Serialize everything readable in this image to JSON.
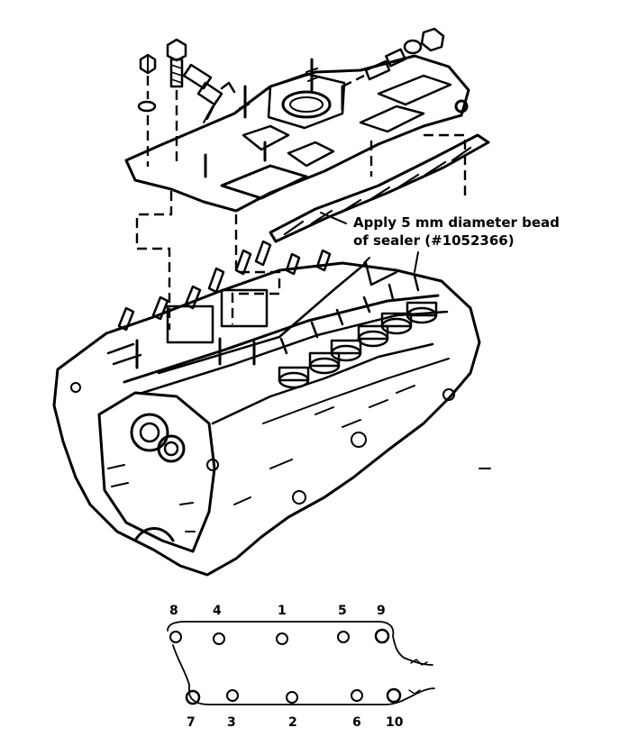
{
  "callout": {
    "line1": "Apply 5 mm diameter bead",
    "line2": "of sealer (#1052366)"
  },
  "bolt_sequence": {
    "top_row": [
      "8",
      "4",
      "1",
      "5",
      "9"
    ],
    "bottom_row": [
      "7",
      "3",
      "2",
      "6",
      "10"
    ]
  }
}
